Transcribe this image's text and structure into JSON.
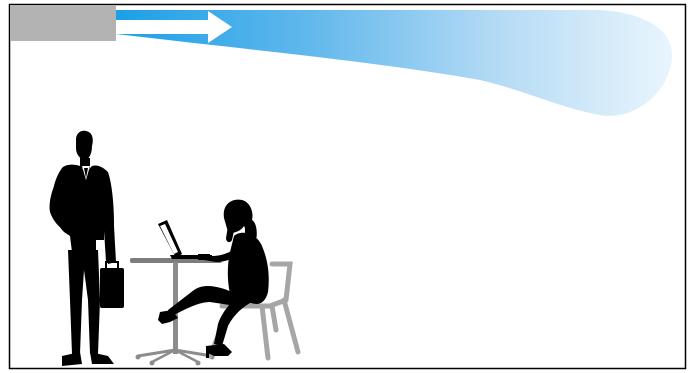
{
  "diagram": {
    "elements": [
      {
        "id": "ceiling-diffuser",
        "color": "#b3b3b3"
      },
      {
        "id": "airflow-plume",
        "gradient_start": "#1aa0e6",
        "gradient_end": "#e8f4fc"
      },
      {
        "id": "direction-arrow",
        "color": "#ffffff"
      },
      {
        "id": "standing-man-with-briefcase",
        "color": "#000000"
      },
      {
        "id": "seated-woman-on-phone-with-laptop",
        "color": "#000000"
      },
      {
        "id": "bistro-table",
        "color": "#8c8c8c"
      },
      {
        "id": "chair",
        "color": "#a6a6a6"
      }
    ],
    "frame_color": "#000000",
    "background": "#ffffff"
  }
}
